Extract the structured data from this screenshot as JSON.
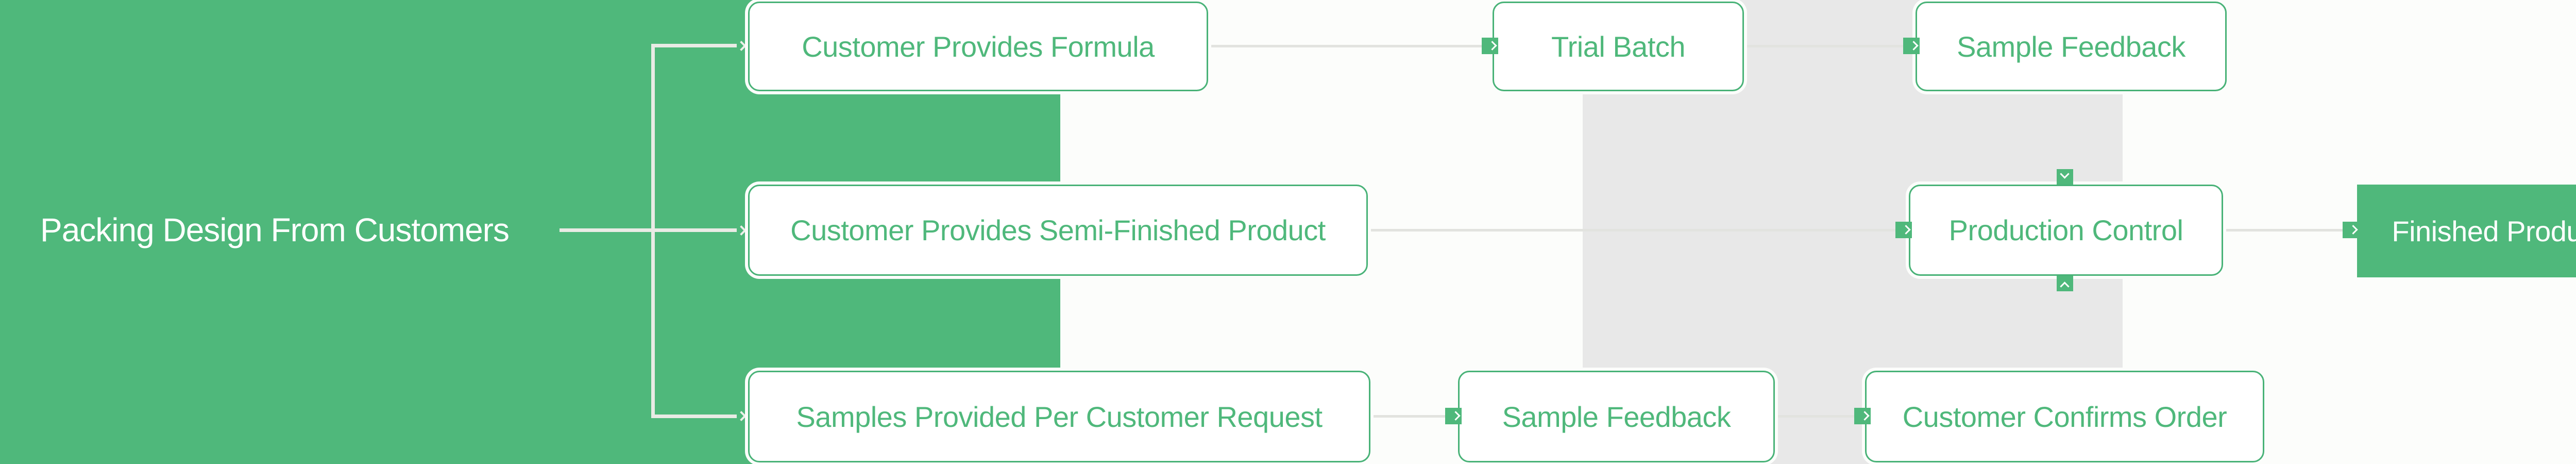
{
  "diagram": {
    "title": {
      "label": "Packing Design From Customers"
    },
    "nodes": [
      {
        "id": "customer-provides-formula",
        "label": "Customer Provides Formula",
        "style": "outlined"
      },
      {
        "id": "trial-batch",
        "label": "Trial Batch",
        "style": "outlined"
      },
      {
        "id": "sample-feedback-top",
        "label": "Sample Feedback",
        "style": "outlined"
      },
      {
        "id": "customer-provides-semi-finished-product",
        "label": "Customer Provides Semi-Finished Product",
        "style": "outlined"
      },
      {
        "id": "production-control",
        "label": "Production Control",
        "style": "outlined"
      },
      {
        "id": "finished-product",
        "label": "Finished Product",
        "style": "solid"
      },
      {
        "id": "samples-provided-per-customer-request",
        "label": "Samples Provided Per Customer Request",
        "style": "outlined"
      },
      {
        "id": "sample-feedback-bottom",
        "label": "Sample Feedback",
        "style": "outlined"
      },
      {
        "id": "customer-confirms-order",
        "label": "Customer Confirms Order",
        "style": "outlined"
      }
    ],
    "edges": [
      {
        "from": "root",
        "to": "customer-provides-formula"
      },
      {
        "from": "root",
        "to": "customer-provides-semi-finished-product"
      },
      {
        "from": "root",
        "to": "samples-provided-per-customer-request"
      },
      {
        "from": "customer-provides-formula",
        "to": "trial-batch"
      },
      {
        "from": "trial-batch",
        "to": "sample-feedback-top"
      },
      {
        "from": "sample-feedback-top",
        "to": "production-control"
      },
      {
        "from": "customer-provides-semi-finished-product",
        "to": "production-control"
      },
      {
        "from": "samples-provided-per-customer-request",
        "to": "sample-feedback-bottom"
      },
      {
        "from": "sample-feedback-bottom",
        "to": "customer-confirms-order"
      },
      {
        "from": "customer-confirms-order",
        "to": "production-control"
      },
      {
        "from": "production-control",
        "to": "finished-product"
      }
    ],
    "colors": {
      "green": "#4FB87B",
      "green_border": "#48B277",
      "green_text": "#4FB87B",
      "gray_band": "#E8E8E8",
      "connector_line": "#E2E3DF",
      "bracket_line": "#E9EBE5",
      "background": "#FCFDFB",
      "node_fill": "#FFFFFF",
      "title_text": "#FFFFFF"
    }
  }
}
